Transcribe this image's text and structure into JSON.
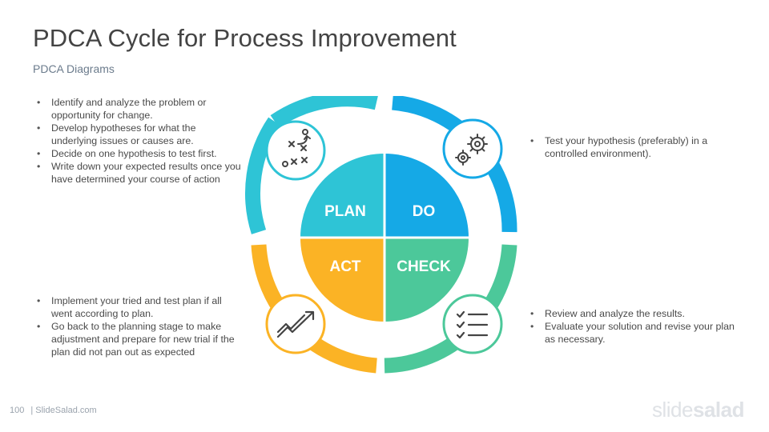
{
  "title": "PDCA Cycle for Process Improvement",
  "subtitle": "PDCA Diagrams",
  "quadrants": {
    "plan": {
      "label": "PLAN",
      "color": "#2ec4d6"
    },
    "do": {
      "label": "DO",
      "color": "#15a9e6"
    },
    "act": {
      "label": "ACT",
      "color": "#fbb325"
    },
    "check": {
      "label": "CHECK",
      "color": "#4cc89a"
    }
  },
  "icons": {
    "plan": "strategy-play-icon",
    "do": "gears-icon",
    "act": "trend-arrow-icon",
    "check": "checklist-icon"
  },
  "notes": {
    "plan": [
      "Identify and analyze the problem or opportunity for change.",
      "Develop hypotheses for what the underlying issues or causes are.",
      "Decide on one hypothesis to test first.",
      "Write down your expected results once you have determined your course of action"
    ],
    "do": [
      "Test your hypothesis (preferably) in a controlled environment)."
    ],
    "act": [
      "Implement your tried and test plan if all went according to plan.",
      "Go back to the planning stage to make adjustment and prepare for new trial if the plan did not pan out as expected"
    ],
    "check": [
      "Review and analyze the results.",
      "Evaluate your solution and revise your plan as necessary."
    ]
  },
  "footer": {
    "page_number": "100",
    "site": "| SlideSalad.com"
  },
  "brand": {
    "part1": "slide",
    "part2": "salad"
  }
}
